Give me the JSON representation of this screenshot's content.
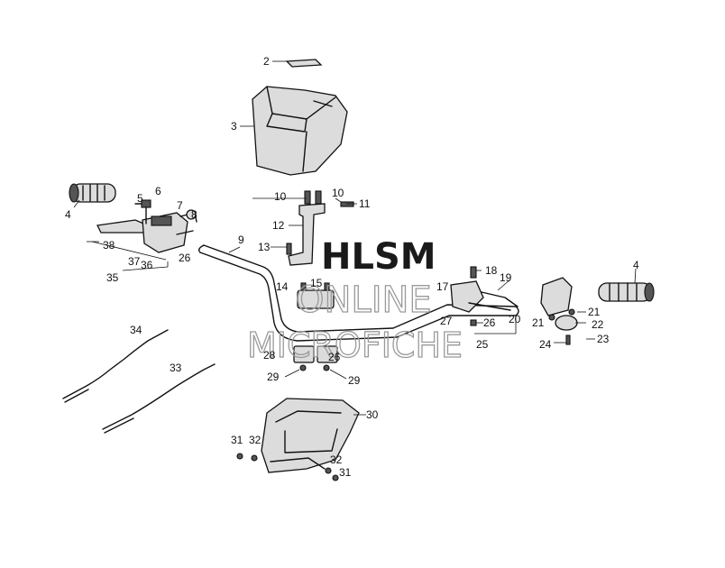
{
  "watermark": {
    "line1": "HLSM",
    "line2": "ONLINE",
    "line3": "MICROFICHE"
  },
  "callouts": {
    "c2": "2",
    "c3": "3",
    "c4_left": "4",
    "c4_right": "4",
    "c5": "5",
    "c6": "6",
    "c7": "7",
    "c8": "8",
    "c9": "9",
    "c10_left": "10",
    "c10_right": "10",
    "c11": "11",
    "c12": "12",
    "c13": "13",
    "c14": "14",
    "c15": "15",
    "c17": "17",
    "c18": "18",
    "c19": "19",
    "c20": "20",
    "c21_left": "21",
    "c21_right": "21",
    "c22": "22",
    "c23": "23",
    "c24": "24",
    "c25": "25",
    "c26_left": "26",
    "c26_mid": "26",
    "c26_right": "26",
    "c27": "27",
    "c28": "28",
    "c29_left": "29",
    "c29_right": "29",
    "c30": "30",
    "c31_left": "31",
    "c31_right": "31",
    "c32_left": "32",
    "c32_right": "32",
    "c33": "33",
    "c34": "34",
    "c35": "35",
    "c36": "36",
    "c37": "37",
    "c38": "38"
  }
}
